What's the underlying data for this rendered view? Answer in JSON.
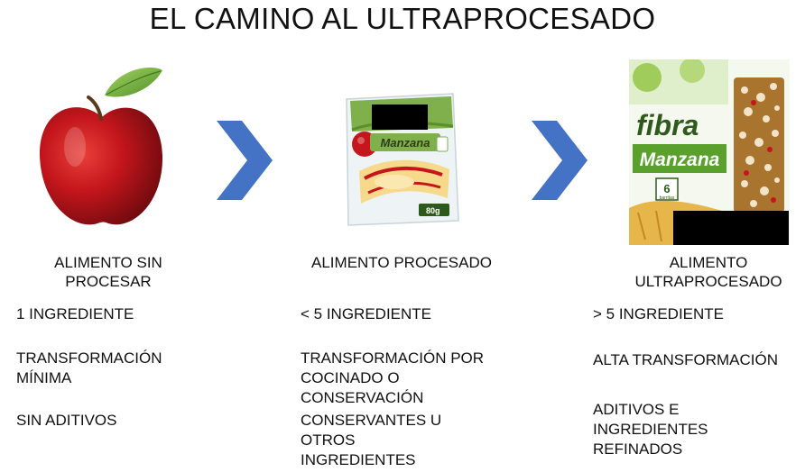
{
  "title": "EL CAMINO AL ULTRAPROCESADO",
  "colors": {
    "arrow": "#4472c4",
    "redaction": "#000000"
  },
  "stages": [
    {
      "heading": "ALIMENTO SIN\nPROCESAR",
      "image_icon": "red-apple-icon",
      "items": [
        "1 INGREDIENTE",
        "TRANSFORMACIÓN\nMÍNIMA",
        "SIN ADITIVOS"
      ]
    },
    {
      "heading": "ALIMENTO PROCESADO",
      "image_icon": "packaged-apple-slices-icon",
      "package_label": "Manzana",
      "package_weight": "80g",
      "items": [
        "< 5 INGREDIENTE",
        "TRANSFORMACIÓN POR\nCOCINADO O\nCONSERVACIÓN",
        "CONSERVANTES U\nOTROS\nINGREDIENTES"
      ]
    },
    {
      "heading": "ALIMENTO\nULTRAPROCESADO",
      "image_icon": "cereal-bar-box-icon",
      "box_brand": "fibra",
      "box_product": "Manzana",
      "box_count_number": "6",
      "box_count_unit": "barritas",
      "items": [
        "> 5 INGREDIENTE",
        "ALTA TRANSFORMACIÓN",
        "ADITIVOS E\nINGREDIENTES\nREFINADOS"
      ]
    }
  ]
}
